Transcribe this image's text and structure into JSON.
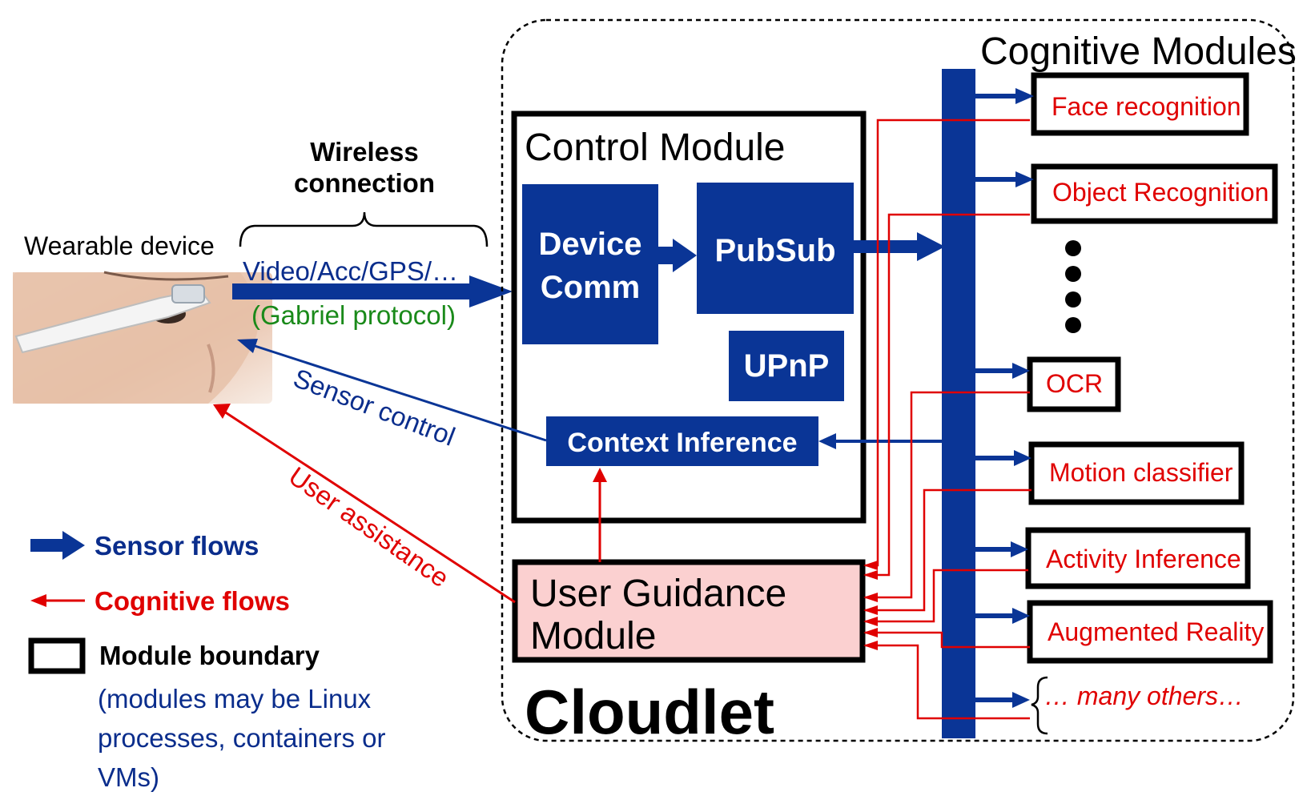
{
  "wearable": {
    "label": "Wearable device"
  },
  "wireless": {
    "line1": "Wireless",
    "line2": "connection",
    "stream": "Video/Acc/GPS/…",
    "protocol": "(Gabriel protocol)"
  },
  "flows": {
    "sensor_control": "Sensor control",
    "user_assistance": "User assistance"
  },
  "cloudlet": {
    "title": "Cloudlet",
    "control_module": {
      "title": "Control Module",
      "device_comm_line1": "Device",
      "device_comm_line2": "Comm",
      "pubsub": "PubSub",
      "upnp": "UPnP",
      "context_inference": "Context Inference"
    },
    "user_guidance": {
      "line1": "User Guidance",
      "line2": "Module"
    }
  },
  "cognitive": {
    "title": "Cognitive Modules",
    "modules": [
      "Face recognition",
      "Object Recognition",
      "OCR",
      "Motion classifier",
      "Activity Inference",
      "Augmented Reality"
    ],
    "others": "… many others…"
  },
  "legend": {
    "sensor_flows": "Sensor flows",
    "cognitive_flows": "Cognitive flows",
    "module_boundary": "Module boundary",
    "note_line1": "(modules may be Linux",
    "note_line2": "processes, containers or",
    "note_line3": "VMs)"
  },
  "colors": {
    "sensor_blue": "#0a3596",
    "cognitive_red": "#e00000",
    "guidance_fill": "#fbd0d0",
    "protocol_green": "#1a8a1a"
  }
}
